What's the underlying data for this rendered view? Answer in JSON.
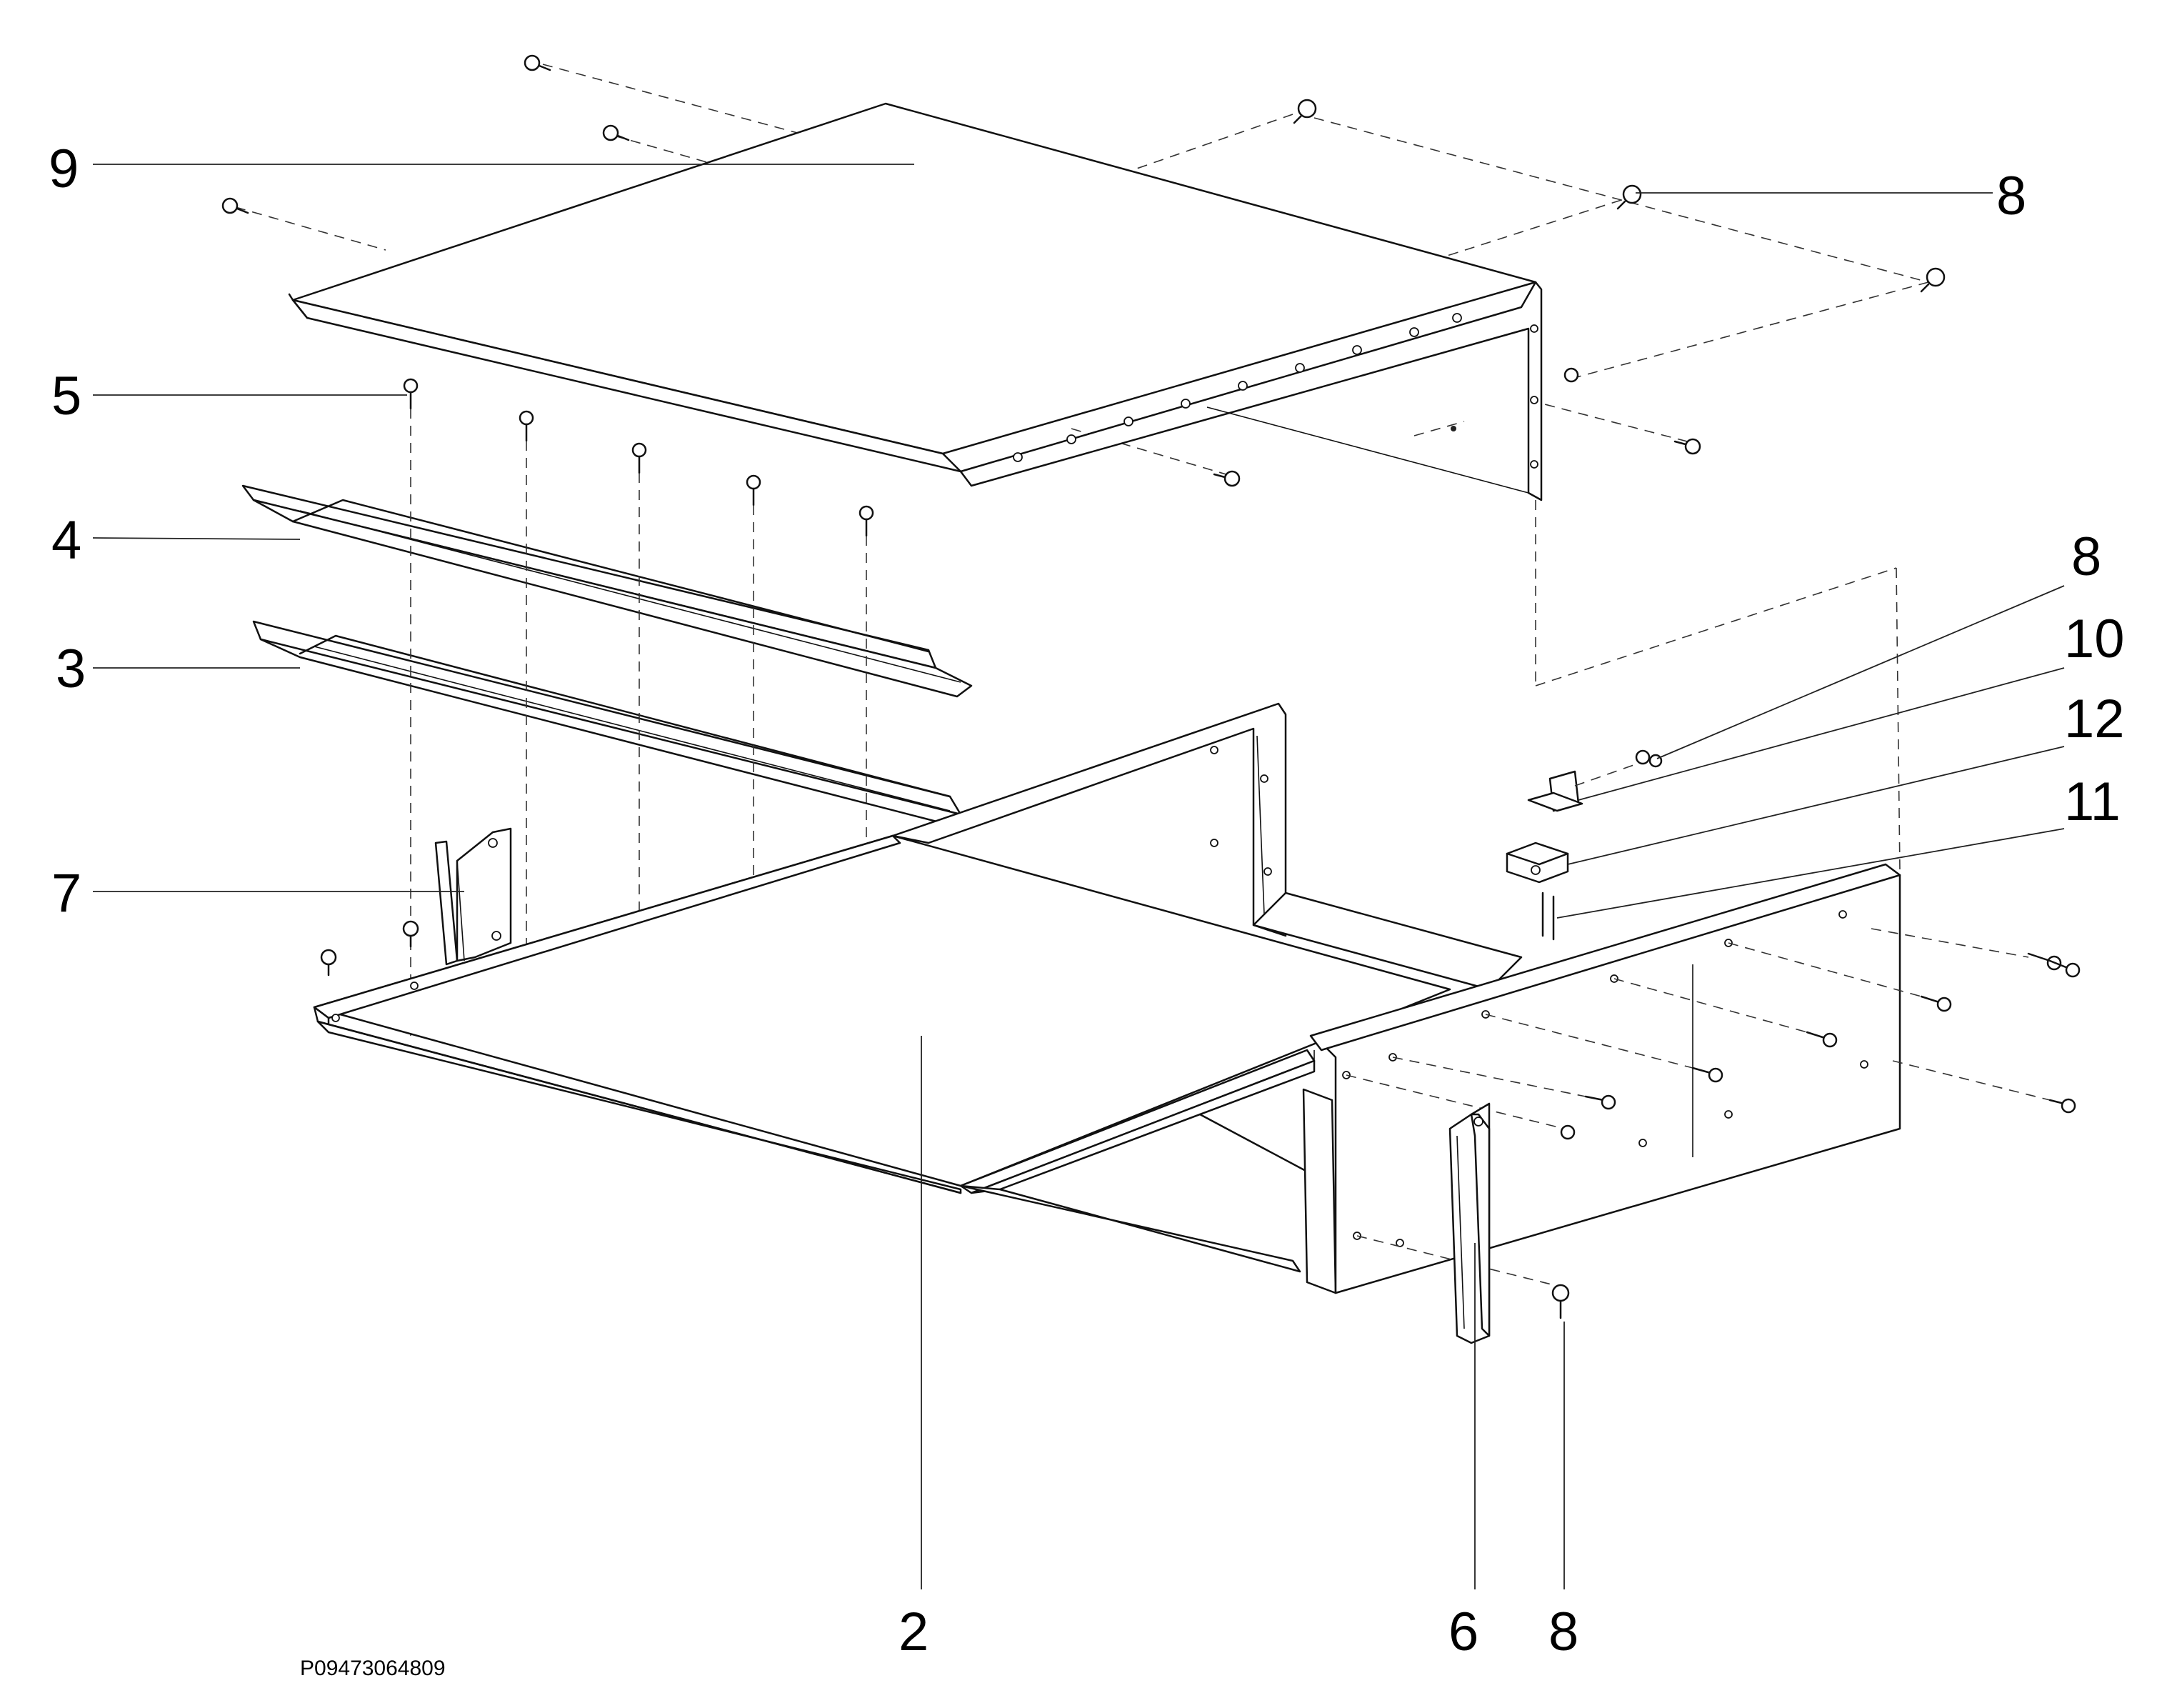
{
  "callouts": {
    "c9": "9",
    "c5": "5",
    "c4": "4",
    "c3": "3",
    "c7": "7",
    "c2": "2",
    "c6": "6",
    "c8_top": "8",
    "c8_right": "8",
    "c10": "10",
    "c12": "12",
    "c11": "11",
    "c8_bottom": "8"
  },
  "reference_code": "P09473064809"
}
